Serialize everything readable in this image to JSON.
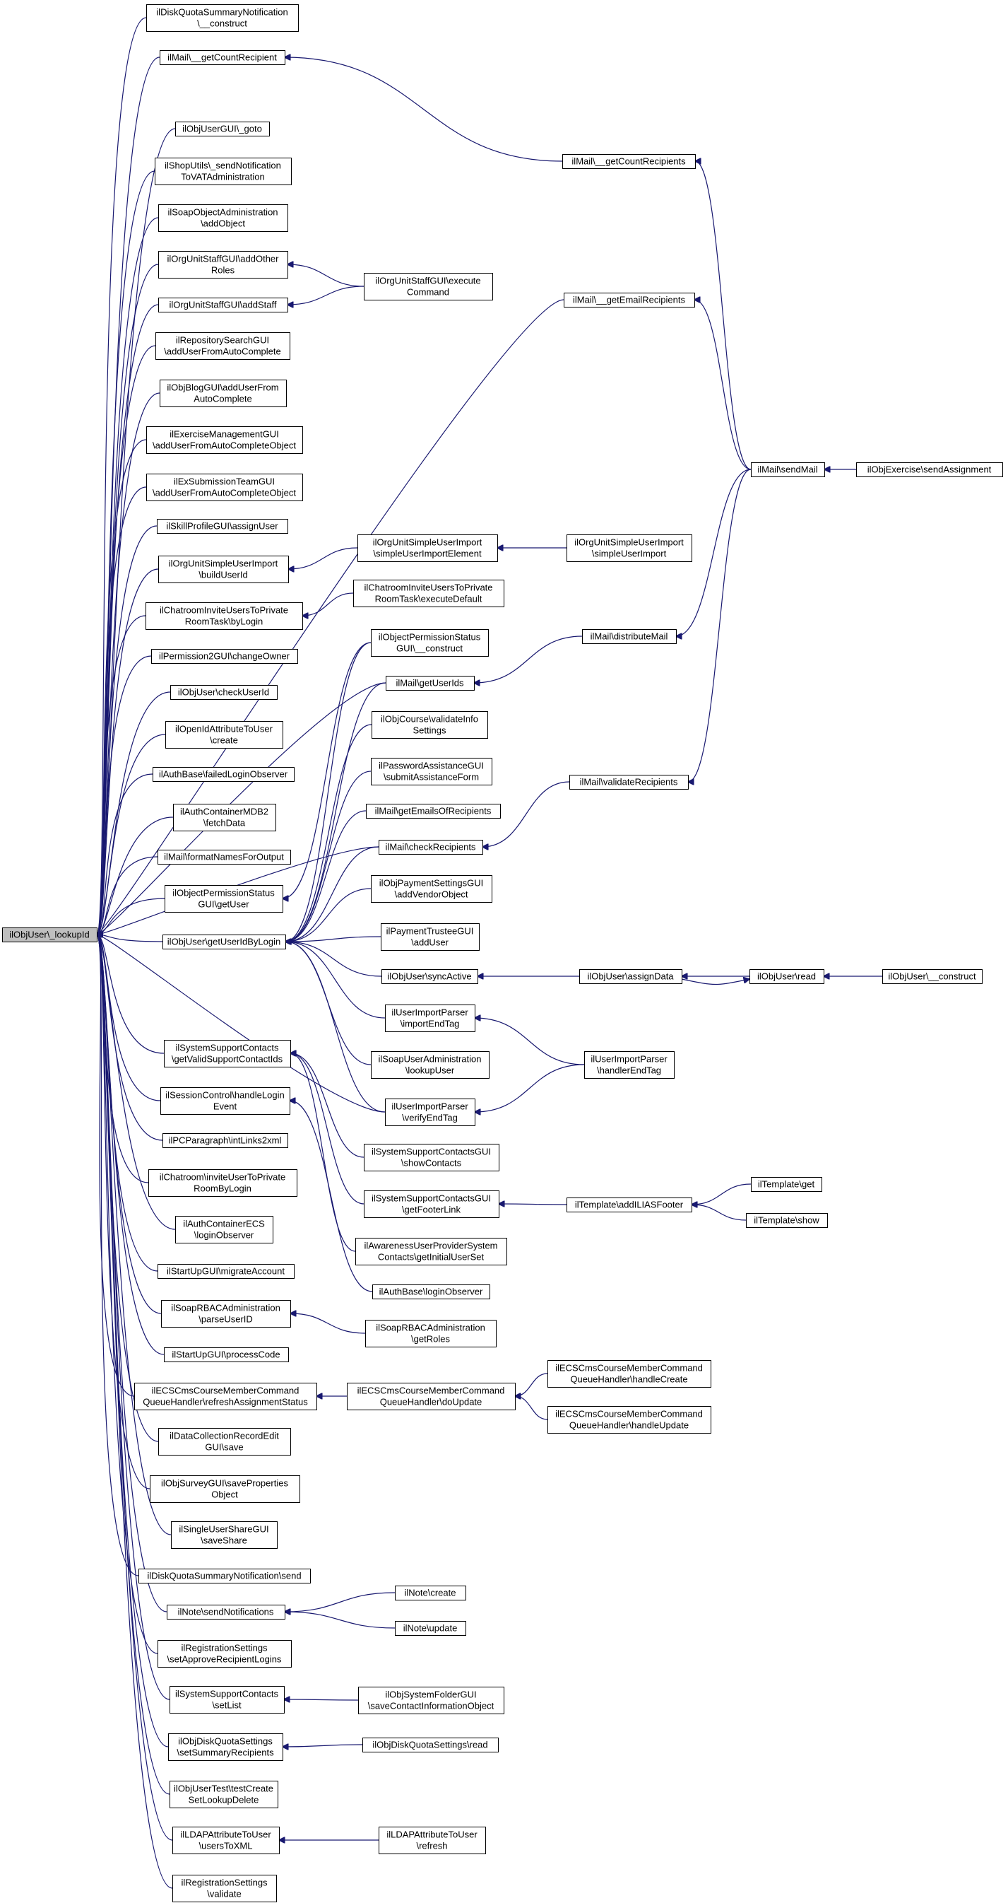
{
  "nodes": {
    "root": [
      "ilObjUser\\_lookupId"
    ],
    "n_dqsn_construct": [
      "ilDiskQuotaSummaryNotification",
      "\\__construct"
    ],
    "n_mail_getcountrecipient": [
      "ilMail\\__getCountRecipient"
    ],
    "n_objusergui_goto": [
      "ilObjUserGUI\\_goto"
    ],
    "n_shoputils": [
      "ilShopUtils\\_sendNotification",
      "ToVATAdministration"
    ],
    "n_soapobj_addobject": [
      "ilSoapObjectAdministration",
      "\\addObject"
    ],
    "n_orgstaff_addother": [
      "ilOrgUnitStaffGUI\\addOther",
      "Roles"
    ],
    "n_orgstaff_addstaff": [
      "ilOrgUnitStaffGUI\\addStaff"
    ],
    "n_reposearch": [
      "ilRepositorySearchGUI",
      "\\addUserFromAutoComplete"
    ],
    "n_blog": [
      "ilObjBlogGUI\\addUserFrom",
      "AutoComplete"
    ],
    "n_exmgmt": [
      "ilExerciseManagementGUI",
      "\\addUserFromAutoCompleteObject"
    ],
    "n_exsubteam": [
      "ilExSubmissionTeamGUI",
      "\\addUserFromAutoCompleteObject"
    ],
    "n_skillprofile": [
      "ilSkillProfileGUI\\assignUser"
    ],
    "n_orgsimple_build": [
      "ilOrgUnitSimpleUserImport",
      "\\buildUserId"
    ],
    "n_chatinvite_bylogin": [
      "ilChatroomInviteUsersToPrivate",
      "RoomTask\\byLogin"
    ],
    "n_perm2_changeowner": [
      "ilPermission2GUI\\changeOwner"
    ],
    "n_objuser_checkuserid": [
      "ilObjUser\\checkUserId"
    ],
    "n_openid_create": [
      "ilOpenIdAttributeToUser",
      "\\create"
    ],
    "n_authbase_failed": [
      "ilAuthBase\\failedLoginObserver"
    ],
    "n_authmdb2_fetch": [
      "ilAuthContainerMDB2",
      "\\fetchData"
    ],
    "n_mail_formatnames": [
      "ilMail\\formatNamesForOutput"
    ],
    "n_objperm_getuser": [
      "ilObjectPermissionStatus",
      "GUI\\getUser"
    ],
    "n_objuser_getidbylogin": [
      "ilObjUser\\getUserIdByLogin"
    ],
    "n_syssupp_getvalid": [
      "ilSystemSupportContacts",
      "\\getValidSupportContactIds"
    ],
    "n_session_handlelogin": [
      "ilSessionControl\\handleLogin",
      "Event"
    ],
    "n_pcparagraph": [
      "ilPCParagraph\\intLinks2xml"
    ],
    "n_chatroom_invite": [
      "ilChatroom\\inviteUserToPrivate",
      "RoomByLogin"
    ],
    "n_authecs_login": [
      "ilAuthContainerECS",
      "\\loginObserver"
    ],
    "n_startup_migrate": [
      "ilStartUpGUI\\migrateAccount"
    ],
    "n_soaprbac_parse": [
      "ilSoapRBACAdministration",
      "\\parseUserID"
    ],
    "n_startup_process": [
      "ilStartUpGUI\\processCode"
    ],
    "n_ecs_refresh": [
      "ilECSCmsCourseMemberCommand",
      "QueueHandler\\refreshAssignmentStatus"
    ],
    "n_datacoll_save": [
      "ilDataCollectionRecordEdit",
      "GUI\\save"
    ],
    "n_survey_saveprops": [
      "ilObjSurveyGUI\\saveProperties",
      "Object"
    ],
    "n_singleshare": [
      "ilSingleUserShareGUI",
      "\\saveShare"
    ],
    "n_dqsn_send": [
      "ilDiskQuotaSummaryNotification\\send"
    ],
    "n_note_sendnotif": [
      "ilNote\\sendNotifications"
    ],
    "n_regsettings_setapprove": [
      "ilRegistrationSettings",
      "\\setApproveRecipientLogins"
    ],
    "n_syssupp_setlist": [
      "ilSystemSupportContacts",
      "\\setList"
    ],
    "n_dqsettings_setsummary": [
      "ilObjDiskQuotaSettings",
      "\\setSummaryRecipients"
    ],
    "n_objusertest": [
      "ilObjUserTest\\testCreate",
      "SetLookupDelete"
    ],
    "n_ldap_userstoxml": [
      "ilLDAPAttributeToUser",
      "\\usersToXML"
    ],
    "n_regsettings_validate": [
      "ilRegistrationSettings",
      "\\validate"
    ],
    "n_mail_getcountrecipients": [
      "ilMail\\__getCountRecipients"
    ],
    "n_mail_getemailrecipients": [
      "ilMail\\__getEmailRecipients"
    ],
    "n_orgstaff_execute": [
      "ilOrgUnitStaffGUI\\execute",
      "Command"
    ],
    "n_orgsimple_element": [
      "ilOrgUnitSimpleUserImport",
      "\\simpleUserImportElement"
    ],
    "n_chatinvite_execdefault": [
      "ilChatroomInviteUsersToPrivate",
      "RoomTask\\executeDefault"
    ],
    "n_objperm_construct": [
      "ilObjectPermissionStatus",
      "GUI\\__construct"
    ],
    "n_mail_getuserids": [
      "ilMail\\getUserIds"
    ],
    "n_objcourse_validate": [
      "ilObjCourse\\validateInfo",
      "Settings"
    ],
    "n_pwassist": [
      "ilPasswordAssistanceGUI",
      "\\submitAssistanceForm"
    ],
    "n_mail_getemails": [
      "ilMail\\getEmailsOfRecipients"
    ],
    "n_mail_checkrecipients": [
      "ilMail\\checkRecipients"
    ],
    "n_paysettings": [
      "ilObjPaymentSettingsGUI",
      "\\addVendorObject"
    ],
    "n_paytrustee": [
      "ilPaymentTrusteeGUI",
      "\\addUser"
    ],
    "n_objuser_syncactive": [
      "ilObjUser\\syncActive"
    ],
    "n_userimport_endtag": [
      "ilUserImportParser",
      "\\importEndTag"
    ],
    "n_soapuser_lookup": [
      "ilSoapUserAdministration",
      "\\lookupUser"
    ],
    "n_userimport_verify": [
      "ilUserImportParser",
      "\\verifyEndTag"
    ],
    "n_syssuppgui_show": [
      "ilSystemSupportContactsGUI",
      "\\showContacts"
    ],
    "n_syssuppgui_footer": [
      "ilSystemSupportContactsGUI",
      "\\getFooterLink"
    ],
    "n_awareness": [
      "ilAwarenessUserProviderSystem",
      "Contacts\\getInitialUserSet"
    ],
    "n_authbase_login": [
      "ilAuthBase\\loginObserver"
    ],
    "n_soaprbac_getroles": [
      "ilSoapRBACAdministration",
      "\\getRoles"
    ],
    "n_ecs_doupdate": [
      "ilECSCmsCourseMemberCommand",
      "QueueHandler\\doUpdate"
    ],
    "n_note_create": [
      "ilNote\\create"
    ],
    "n_note_update": [
      "ilNote\\update"
    ],
    "n_sysfolder_save": [
      "ilObjSystemFolderGUI",
      "\\saveContactInformationObject"
    ],
    "n_dqsettings_read": [
      "ilObjDiskQuotaSettings\\read"
    ],
    "n_ldap_refresh": [
      "ilLDAPAttributeToUser",
      "\\refresh"
    ],
    "n_orgsimple_import": [
      "ilOrgUnitSimpleUserImport",
      "\\simpleUserImport"
    ],
    "n_mail_distribute": [
      "ilMail\\distributeMail"
    ],
    "n_mail_validate": [
      "ilMail\\validateRecipients"
    ],
    "n_objuser_assigndata": [
      "ilObjUser\\assignData"
    ],
    "n_userimport_handleend": [
      "ilUserImportParser",
      "\\handlerEndTag"
    ],
    "n_template_addfooter": [
      "ilTemplate\\addILIASFooter"
    ],
    "n_ecs_handlecreate": [
      "ilECSCmsCourseMemberCommand",
      "QueueHandler\\handleCreate"
    ],
    "n_ecs_handleupdate": [
      "ilECSCmsCourseMemberCommand",
      "QueueHandler\\handleUpdate"
    ],
    "n_mail_sendmail": [
      "ilMail\\sendMail"
    ],
    "n_objuser_read": [
      "ilObjUser\\read"
    ],
    "n_template_get": [
      "ilTemplate\\get"
    ],
    "n_template_show": [
      "ilTemplate\\show"
    ],
    "n_objexercise_send": [
      "ilObjExercise\\sendAssignment"
    ],
    "n_objuser_construct": [
      "ilObjUser\\__construct"
    ]
  }
}
